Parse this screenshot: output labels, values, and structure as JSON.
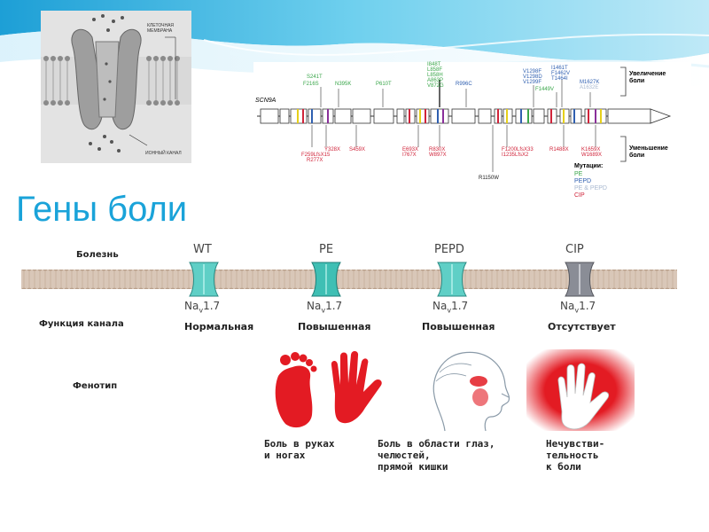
{
  "slide": {
    "title": "Гены боли"
  },
  "membrane_figure": {
    "label_membrane_line1": "КЛЕТОЧНАЯ",
    "label_membrane_line2": "МЕМБРАНА",
    "label_channel": "ИОННЫЙ КАНАЛ"
  },
  "gene_figure": {
    "gene_name": "SCN9A",
    "legend_increase_line1": "Увеличение",
    "legend_increase_line2": "боли",
    "legend_decrease_line1": "Уменьшение",
    "legend_decrease_line2": "боли",
    "mutations_title": "Мутации:",
    "mutation_types": [
      {
        "name": "PE",
        "color": "#3aa64a"
      },
      {
        "name": "PEPD",
        "color": "#2f5fb0"
      },
      {
        "name": "PE & PEPD",
        "color": "#a8b8d0"
      },
      {
        "name": "CIP",
        "color": "#d0243a"
      }
    ],
    "top_mutations": [
      {
        "text": "S241T",
        "color": "#3aa64a"
      },
      {
        "text": "F216S",
        "color": "#3aa64a"
      },
      {
        "text": "N395K",
        "color": "#3aa64a"
      },
      {
        "text": "P610T",
        "color": "#3aa64a"
      },
      {
        "text": "I848T",
        "color": "#3aa64a"
      },
      {
        "text": "L858F",
        "color": "#3aa64a"
      },
      {
        "text": "L858H",
        "color": "#3aa64a"
      },
      {
        "text": "A863P",
        "color": "#3aa64a"
      },
      {
        "text": "V872G",
        "color": "#3aa64a"
      },
      {
        "text": "R996C",
        "color": "#2f5fb0"
      },
      {
        "text": "V1298F",
        "color": "#2f5fb0"
      },
      {
        "text": "V1298D",
        "color": "#2f5fb0"
      },
      {
        "text": "V1299F",
        "color": "#2f5fb0"
      },
      {
        "text": "F1449V",
        "color": "#3aa64a"
      },
      {
        "text": "I1461T",
        "color": "#2f5fb0"
      },
      {
        "text": "F1462V",
        "color": "#2f5fb0"
      },
      {
        "text": "T1464I",
        "color": "#2f5fb0"
      },
      {
        "text": "M1627K",
        "color": "#2f5fb0"
      },
      {
        "text": "A1632E",
        "color": "#a8b8d0"
      }
    ],
    "bottom_mutations": [
      {
        "text": "Y328X",
        "color": "#d0243a"
      },
      {
        "text": "S459X",
        "color": "#d0243a"
      },
      {
        "text": "F259LfsX15",
        "color": "#d0243a"
      },
      {
        "text": "R277X",
        "color": "#d0243a"
      },
      {
        "text": "E693X",
        "color": "#d0243a"
      },
      {
        "text": "I767X",
        "color": "#d0243a"
      },
      {
        "text": "R830X",
        "color": "#d0243a"
      },
      {
        "text": "W897X",
        "color": "#d0243a"
      },
      {
        "text": "F1200LfsX33",
        "color": "#d0243a"
      },
      {
        "text": "I1235LfsX2",
        "color": "#d0243a"
      },
      {
        "text": "R1488X",
        "color": "#d0243a"
      },
      {
        "text": "K1659X",
        "color": "#d0243a"
      },
      {
        "text": "W1689X",
        "color": "#d0243a"
      },
      {
        "text": "R1150W",
        "color": "#222222"
      }
    ]
  },
  "main_figure": {
    "row_disease": "Болезнь",
    "row_function": "Функция канала",
    "row_phenotype": "Фенотип",
    "channel_name": "Na",
    "channel_sub": "v",
    "channel_num": "1.7",
    "columns": [
      {
        "disease": "WT",
        "function": "Нормальная",
        "phenotype": "",
        "channel_color": "#5fcfc6"
      },
      {
        "disease": "PE",
        "function": "Повышенная",
        "phenotype": "Боль в руках\nи ногах",
        "channel_color": "#3fbfb4"
      },
      {
        "disease": "PEPD",
        "function": "Повышенная",
        "phenotype": "Боль в области глаз,\nчелюстей,\nпрямой кишки",
        "channel_color": "#5fcfc6"
      },
      {
        "disease": "CIP",
        "function": "Отсутствует",
        "phenotype": "Нечувстви-\nтельность\nк боли",
        "channel_color": "#8a8d96"
      }
    ],
    "pain_color": "#e31b23"
  }
}
